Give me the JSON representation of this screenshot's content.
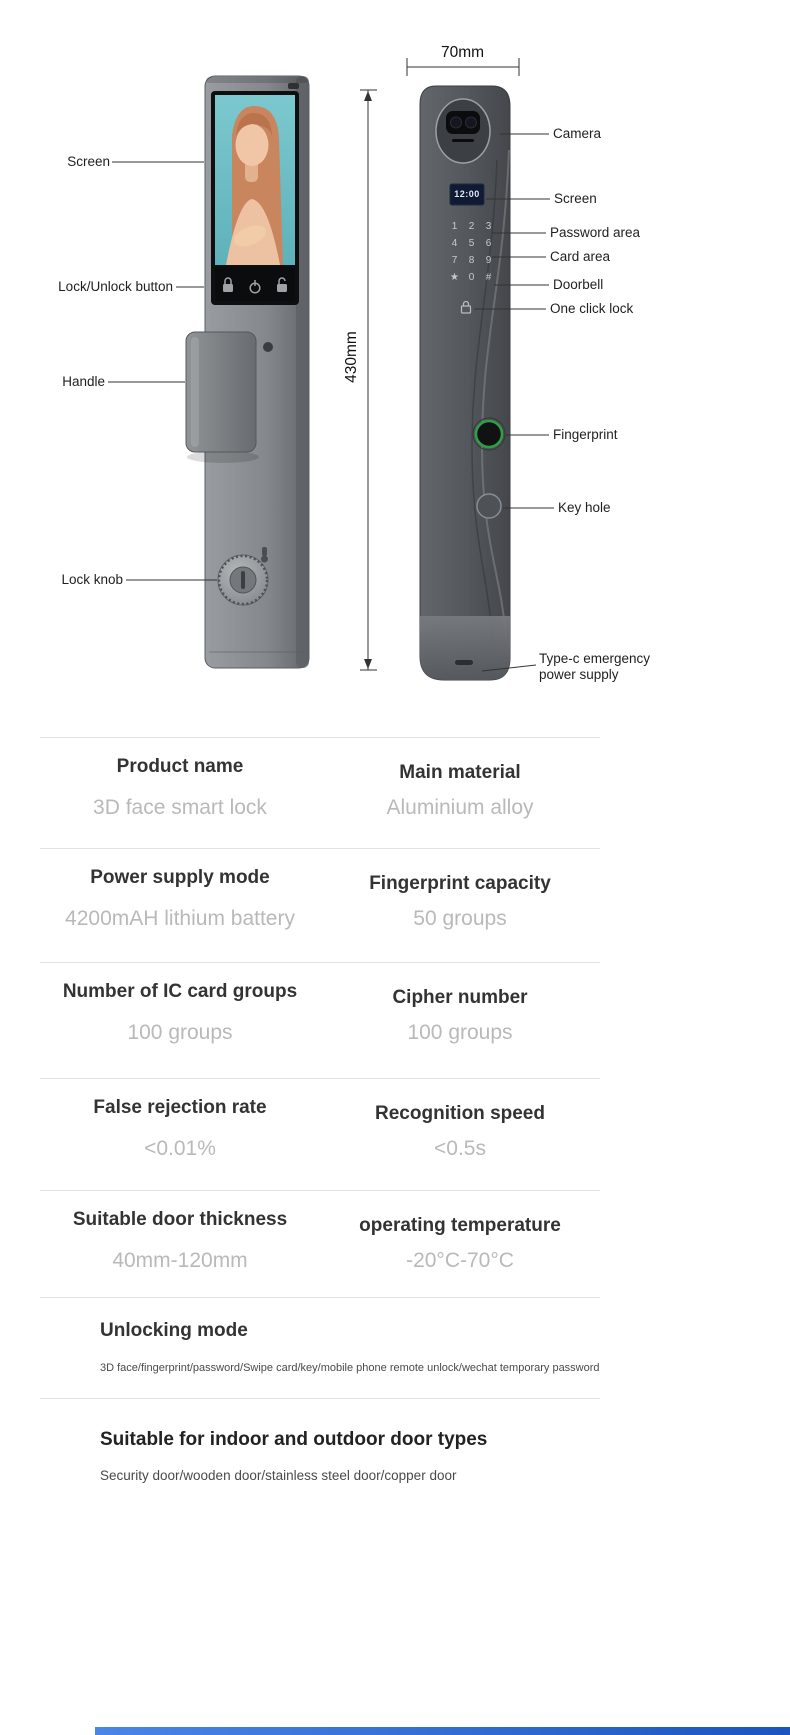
{
  "annotations": {
    "width_dim": "70mm",
    "height_dim": "430mm",
    "front_callouts": [
      "Screen",
      "Lock/Unlock button",
      "Handle",
      "Lock knob"
    ],
    "back_callouts": [
      "Camera",
      "Screen",
      "Password area",
      "Card area",
      "Doorbell",
      "One click lock",
      "Fingerprint",
      "Key hole",
      "Type-c emergency power supply"
    ]
  },
  "device": {
    "screen_time": "12:00",
    "keypad_keys": [
      "1",
      "2",
      "3",
      "4",
      "5",
      "6",
      "7",
      "8",
      "9",
      "★",
      "0",
      "#"
    ]
  },
  "specs": {
    "rows": [
      {
        "left_label": "Product name",
        "left_value": "3D face smart lock",
        "right_label": "Main material",
        "right_value": "Aluminium alloy"
      },
      {
        "left_label": "Power supply mode",
        "left_value": "4200mAH lithium battery",
        "right_label": "Fingerprint capacity",
        "right_value": "50 groups"
      },
      {
        "left_label": "Number of IC card groups",
        "left_value": "100 groups",
        "right_label": "Cipher number",
        "right_value": "100 groups"
      },
      {
        "left_label": "False rejection rate",
        "left_value": "<0.01%",
        "right_label": "Recognition speed",
        "right_value": "<0.5s"
      },
      {
        "left_label": "Suitable door thickness",
        "left_value": "40mm-120mm",
        "right_label": "operating temperature",
        "right_value": "-20°C-70°C"
      }
    ],
    "unlocking_mode": {
      "label": "Unlocking mode",
      "value": "3D face/fingerprint/password/Swipe card/key/mobile phone remote unlock/wechat temporary password"
    },
    "door_types": {
      "label": "Suitable for indoor and outdoor door types",
      "value": "Security door/wooden door/stainless steel door/copper door"
    }
  },
  "colors": {
    "accent_bar": "#2b66d9",
    "fingerprint_ring": "#2f9e44",
    "divider": "#e2e2e2",
    "spec_label_text": "#333333",
    "spec_value_text": "#b9b9b9"
  }
}
